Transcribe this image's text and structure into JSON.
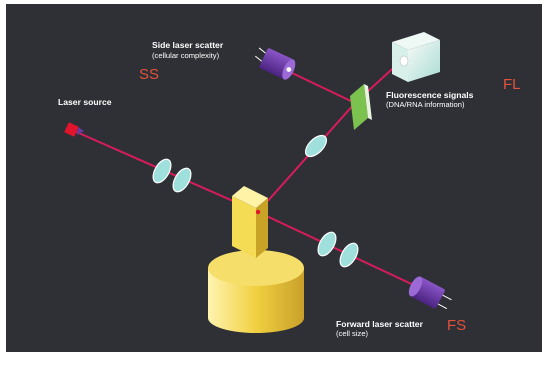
{
  "diagram": {
    "colors": {
      "background": "#2f3036",
      "beam": "#d81b5a",
      "code_label": "#e2523a",
      "detector": "#6a3aa0",
      "source": "#e0142a",
      "cuvette": "#f2d24a",
      "lens": "#9fe0dd",
      "filter": "#7cc24e",
      "fluorescence_detector": "#c9ece6"
    },
    "labels": {
      "laser_source": "Laser source",
      "side_scatter_title": "Side laser scatter",
      "side_scatter_sub": "(cellular complexity)",
      "side_scatter_code": "SS",
      "fluorescence_title": "Fluorescence signals",
      "fluorescence_sub": "(DNA/RNA information)",
      "fluorescence_code": "FL",
      "forward_scatter_title": "Forward laser scatter",
      "forward_scatter_sub": "(cell size)",
      "forward_scatter_code": "FS"
    }
  }
}
